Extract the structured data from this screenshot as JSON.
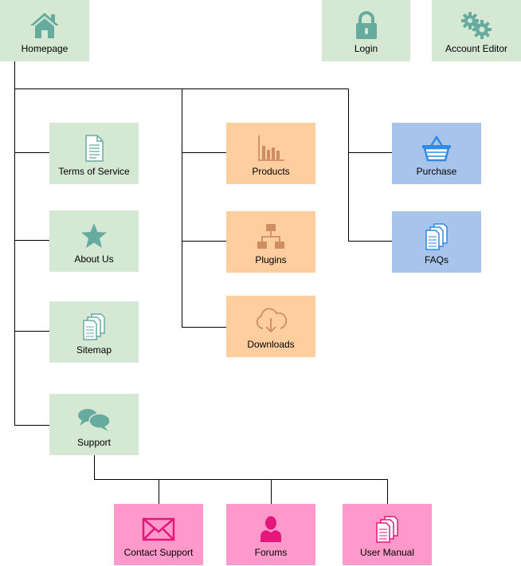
{
  "colors": {
    "green_fill": "#d5e8d4",
    "green_icon": "#67ab9f",
    "orange_fill": "#ffce9f",
    "orange_icon": "#d08d5f",
    "blue_fill": "#a9c4eb",
    "blue_icon": "#2e8ae6",
    "pink_fill": "#ff99cc",
    "pink_icon": "#e6177b",
    "connector": "#000000"
  },
  "nodes": {
    "homepage": {
      "label": "Homepage",
      "icon": "home-icon"
    },
    "login": {
      "label": "Login",
      "icon": "lock-icon"
    },
    "account_editor": {
      "label": "Account Editor",
      "icon": "gears-icon"
    },
    "terms": {
      "label": "Terms of Service",
      "icon": "document-icon"
    },
    "about": {
      "label": "About Us",
      "icon": "star-icon"
    },
    "sitemap": {
      "label": "Sitemap",
      "icon": "pages-icon"
    },
    "support": {
      "label": "Support",
      "icon": "chat-bubbles-icon"
    },
    "products": {
      "label": "Products",
      "icon": "bar-chart-icon"
    },
    "plugins": {
      "label": "Plugins",
      "icon": "hierarchy-icon"
    },
    "downloads": {
      "label": "Downloads",
      "icon": "cloud-download-icon"
    },
    "purchase": {
      "label": "Purchase",
      "icon": "basket-icon"
    },
    "faqs": {
      "label": "FAQs",
      "icon": "pages-icon"
    },
    "contact_support": {
      "label": "Contact Support",
      "icon": "envelope-icon"
    },
    "forums": {
      "label": "Forums",
      "icon": "user-icon"
    },
    "user_manual": {
      "label": "User Manual",
      "icon": "pages-icon"
    }
  }
}
